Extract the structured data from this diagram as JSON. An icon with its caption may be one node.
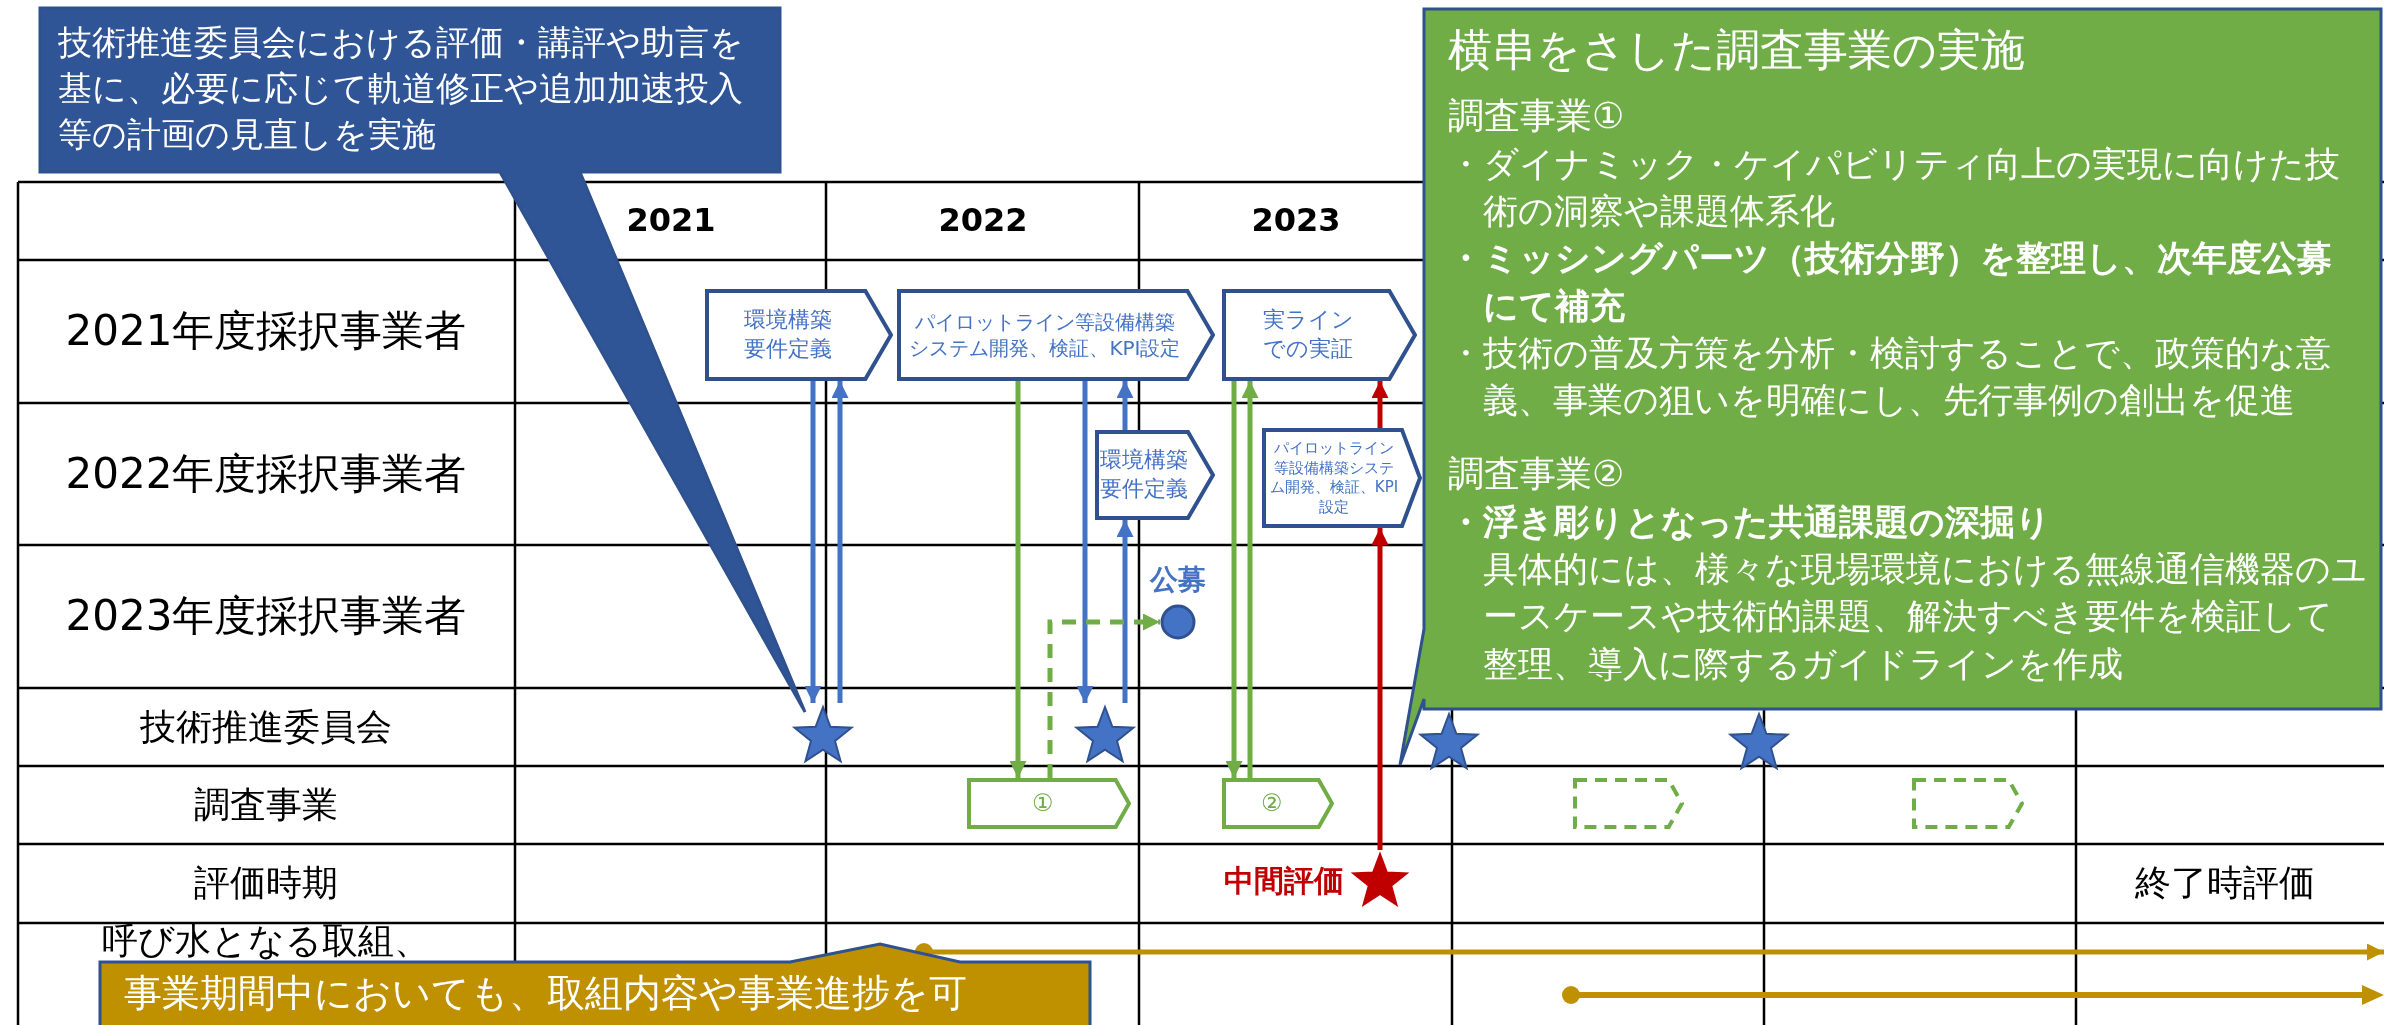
{
  "diagram": {
    "nodes": [
      {
        "text": [
          "技術推進委員会における評価・講評や助言を基に、必要に応じて軌道修正や追加加速投入等の計画の見直しを実施"
        ]
      },
      {
        "text": [
          "横串をさした調査事業の実施",
          "調査事業①",
          "・ダイナミック・ケイパビリティ向上の実現に向けた技術の洞察や課題体系化",
          "・ミッシングパーツ（技術分野）を整理し、次年度公募にて補充",
          "・技術の普及方策を分析・検討することで、政策的な意義、事業の狙いを明確にし、先行事例の創出を促進",
          "調査事業②",
          "・浮き彫りとなった共通課題の深掘り",
          "具体的には、様々な現場環境における無線通信機器のユースケースや技術的課題、解決すべき要件を検証して整理、導入に際するガイドラインを作成"
        ]
      },
      {
        "text": [
          "環境構築要件定義"
        ]
      },
      {
        "text": [
          "パイロットライン等設備構築システム開発、検証、KPI設定"
        ]
      },
      {
        "text": [
          "実ラインでの実証"
        ]
      },
      {
        "text": [
          "環境構築要件定義"
        ]
      },
      {
        "text": [
          "パイロットライン等設備構築システム開発、検証、KPI設定"
        ]
      },
      {
        "text": [],
        "shape": "circle",
        "beside": [
          "公募"
        ]
      },
      {
        "text": [],
        "shape": "star"
      },
      {
        "text": [],
        "shape": "star"
      },
      {
        "text": [],
        "shape": "star"
      },
      {
        "text": [],
        "shape": "star"
      },
      {
        "text": [
          "①"
        ]
      },
      {
        "text": [
          "②"
        ]
      },
      {
        "text": [],
        "shape": "chevron"
      },
      {
        "text": [],
        "shape": "chevron"
      },
      {
        "text": [],
        "shape": "star",
        "beside": [
          "中間評価"
        ]
      },
      {
        "text": [
          "事業期間中においても、取組内容や事業進捗を可"
        ]
      }
    ],
    "edges": [
      {
        "from": 2,
        "to": 8,
        "arrow": "to"
      },
      {
        "from": 8,
        "to": 2,
        "arrow": "to"
      },
      {
        "from": 3,
        "to": 9,
        "arrow": "to"
      },
      {
        "from": 9,
        "to": 5,
        "arrow": "to"
      },
      {
        "from": 5,
        "to": 3,
        "arrow": "to"
      },
      {
        "from": 3,
        "to": 12,
        "arrow": "to",
        "color": "#70ad47"
      },
      {
        "from": 12,
        "to": 7,
        "arrow": "to",
        "style": "dashed",
        "color": "#70ad47"
      },
      {
        "from": 4,
        "to": 13,
        "arrow": "to",
        "color": "#70ad47"
      },
      {
        "from": 13,
        "to": 4,
        "arrow": "to",
        "color": "#70ad47"
      },
      {
        "from": 16,
        "to": 6,
        "arrow": "to",
        "color": "#c00000"
      },
      {
        "from": 6,
        "to": 4,
        "arrow": "to",
        "color": "#c00000"
      },
      {
        "from": 17,
        "to": null,
        "arrow": "to",
        "color": "#bf9000"
      }
    ],
    "labels": [
      "2021",
      "2022",
      "2023",
      "2021年度採択事業者",
      "2022年度採択事業者",
      "2023年度採択事業者",
      "技術推進委員会",
      "調査事業",
      "評価時期",
      "終了時評価",
      "呼び水となる取組、"
    ]
  }
}
